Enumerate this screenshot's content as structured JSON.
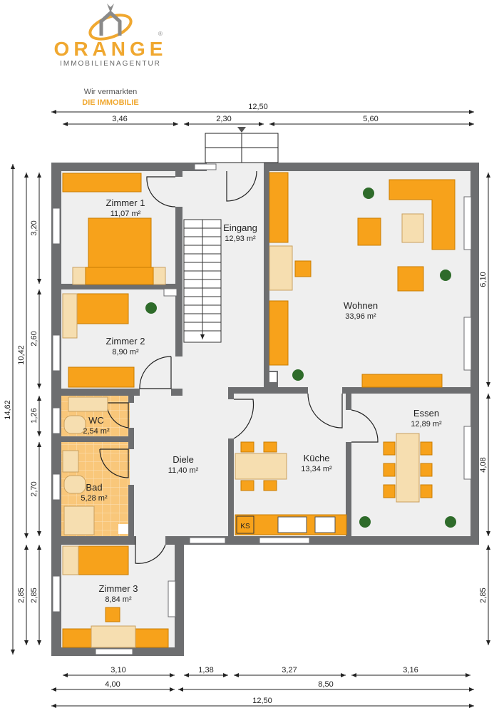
{
  "logo": {
    "brand": "ORANGE",
    "subtitle": "IMMOBILIENAGENTUR",
    "registered": "®"
  },
  "tagline": {
    "line1": "Wir vermarkten",
    "line2": "DIE IMMOBILIE"
  },
  "colors": {
    "brand_orange": "#f0a830",
    "wall": "#6d6e70",
    "floor": "#efefef",
    "furniture": "#f7a21b",
    "tile": "#f9c77a"
  },
  "rooms": [
    {
      "name": "Zimmer 1",
      "area": "11,07 m²"
    },
    {
      "name": "Eingang",
      "area": "12,93 m²"
    },
    {
      "name": "Wohnen",
      "area": "33,96 m²"
    },
    {
      "name": "Zimmer 2",
      "area": "8,90 m²"
    },
    {
      "name": "WC",
      "area": "2,54 m²"
    },
    {
      "name": "Bad",
      "area": "5,28 m²"
    },
    {
      "name": "Diele",
      "area": "11,40 m²"
    },
    {
      "name": "Küche",
      "area": "13,34 m²"
    },
    {
      "name": "Essen",
      "area": "12,89 m²"
    },
    {
      "name": "Zimmer 3",
      "area": "8,84 m²"
    }
  ],
  "kitchen_label": "KS",
  "dimensions": {
    "top_total": "12,50",
    "top": [
      "3,46",
      "2,30",
      "5,60"
    ],
    "left_total": "14,62",
    "left_mid": "10,42",
    "left_lower": "2,85",
    "left": [
      "3,20",
      "2,60",
      "1,26",
      "2,70",
      "2,85"
    ],
    "right": [
      "6,10",
      "4,08",
      "2,85"
    ],
    "bottom1": [
      "3,10",
      "1,38",
      "3,27",
      "3,16"
    ],
    "bottom2": [
      "4,00",
      "8,50"
    ],
    "bottom_total": "12,50"
  }
}
